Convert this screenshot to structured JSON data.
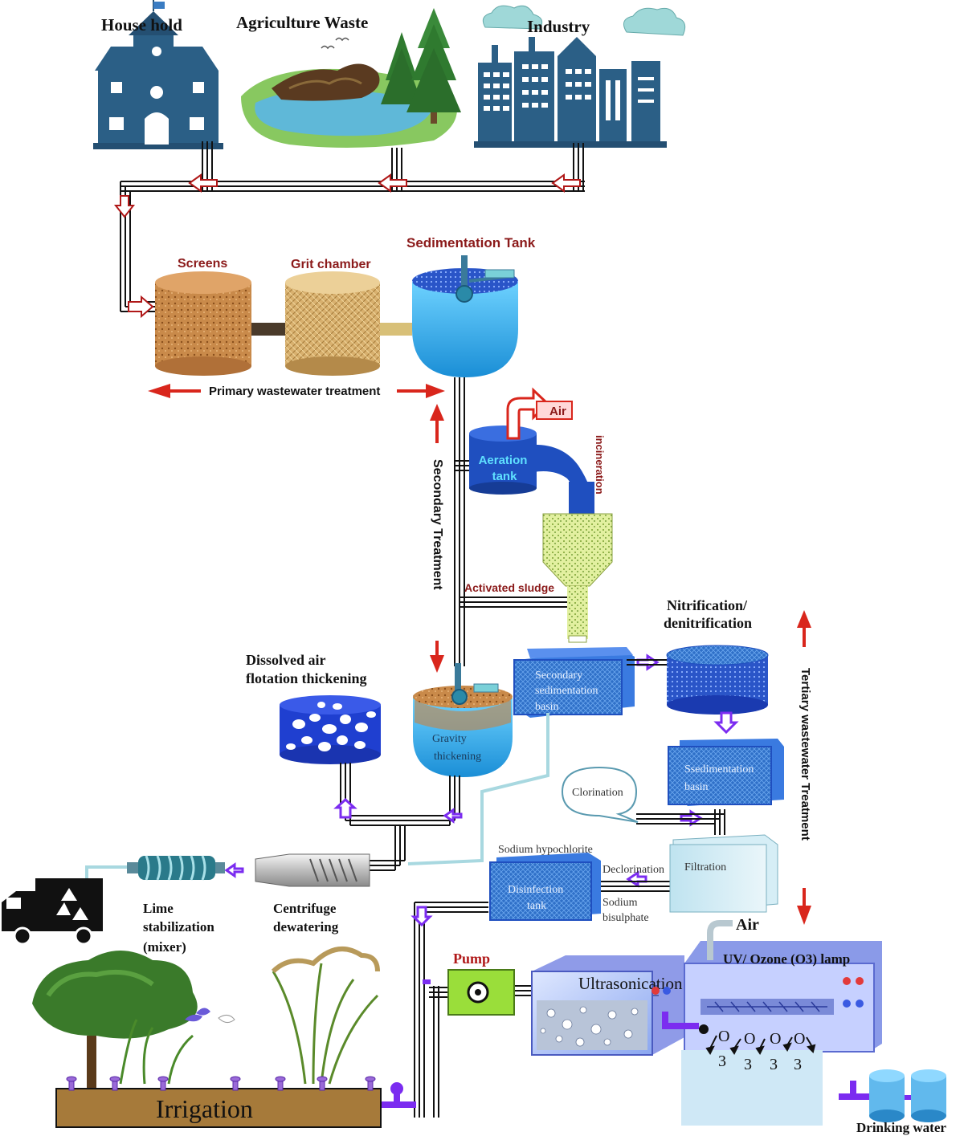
{
  "sources": {
    "household": "House  hold",
    "agriculture": "Agriculture Waste",
    "industry": "Industry"
  },
  "primary": {
    "screens": "Screens",
    "grit": "Grit chamber",
    "sedimentation": "Sedimentation Tank",
    "label": "Primary  wastewater treatment"
  },
  "secondary": {
    "label": "Secondary Treatment",
    "air": "Air",
    "aeration_line1": "Aeration",
    "aeration_line2": "tank",
    "incineration": "incineration",
    "activated_sludge": "Activated sludge",
    "secondary_sed_line1": "Secondary",
    "secondary_sed_line2": "sedimentation",
    "secondary_sed_line3": "basin",
    "gravity_line1": "Gravity",
    "gravity_line2": "thickening",
    "daf_line1": "Dissolved air",
    "daf_line2": "flotation thickening"
  },
  "tertiary": {
    "label": "Tertiary wastewater Treatment",
    "nitrification_line1": "Nitrification/",
    "nitrification_line2": "denitrification",
    "ssed_line1": "Ssedimentation",
    "ssed_line2": "basin",
    "clorination": "Clorination",
    "filtration": "Filtration",
    "sodium_hypochlorite": "Sodium hypochlorite",
    "declorination": "Declorination",
    "sodium_line1": "Sodium",
    "sodium_line2": "bisulphate",
    "disinfection_line1": "Disinfection",
    "disinfection_line2": "tank"
  },
  "sludge": {
    "lime_line1": "Lime",
    "lime_line2": "stabilization",
    "lime_line3": "(mixer)",
    "centrifuge_line1": "Centrifuge",
    "centrifuge_line2": "dewatering"
  },
  "reuse": {
    "pump": "Pump",
    "ultrasonication": "Ultrasonication",
    "air": "Air",
    "uv_lamp": "UV/ Ozone (O3) lamp",
    "ozone_symbol": "O",
    "ozone_sub": "3",
    "irrigation": "Irrigation",
    "drinking": "Drinking water"
  },
  "colors": {
    "pipe": "#111111",
    "red_arrow": "#d9261c",
    "purple_arrow": "#7b2cf0",
    "blue_tank": "#1f4fbf",
    "cyan_tank": "#2aa8e0",
    "dark_red_text": "#8b1a1a"
  }
}
